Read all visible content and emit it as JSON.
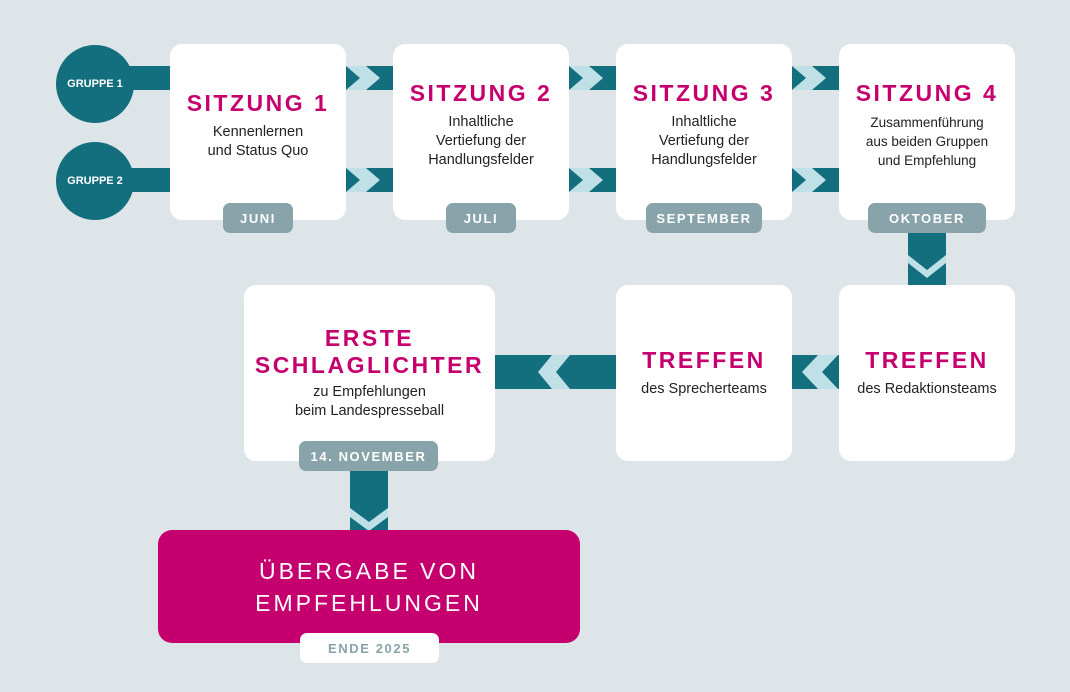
{
  "groups": [
    {
      "label": "GRUPPE 1"
    },
    {
      "label": "GRUPPE 2"
    }
  ],
  "sessions": [
    {
      "title": "SITZUNG 1",
      "desc_lines": [
        "Kennenlernen",
        "und Status Quo"
      ],
      "month": "JUNI"
    },
    {
      "title": "SITZUNG 2",
      "desc_lines": [
        "Inhaltliche",
        "Vertiefung der",
        "Handlungsfelder"
      ],
      "month": "JULI"
    },
    {
      "title": "SITZUNG 3",
      "desc_lines": [
        "Inhaltliche",
        "Vertiefung der",
        "Handlungsfelder"
      ],
      "month": "SEPTEMBER"
    },
    {
      "title": "SITZUNG 4",
      "desc_lines": [
        "Zusammenführung",
        "aus beiden Gruppen",
        "und Empfehlung"
      ],
      "month": "OKTOBER"
    }
  ],
  "meetings": [
    {
      "title": "TREFFEN",
      "desc": "des Redaktionsteams"
    },
    {
      "title": "TREFFEN",
      "desc": "des Sprecherteams"
    }
  ],
  "highlights": {
    "title_lines": [
      "ERSTE",
      "SCHLAGLICHTER"
    ],
    "desc_lines": [
      "zu Empfehlungen",
      "beim Landespresseball"
    ],
    "date": "14. NOVEMBER"
  },
  "final": {
    "title_lines": [
      "ÜBERGABE VON",
      "EMPFEHLUNGEN"
    ],
    "tag": "ENDE 2025"
  },
  "colors": {
    "background": "#dde5e8",
    "connector": "#136e7e",
    "chevron": "#bfe0e7",
    "accent": "#c5006e",
    "tag": "#88a3a9",
    "card": "#ffffff"
  }
}
